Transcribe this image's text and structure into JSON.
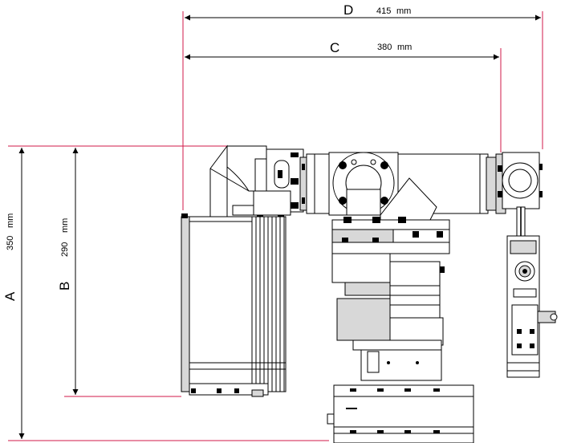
{
  "dimensions": {
    "d": {
      "letter": "D",
      "value": "415",
      "unit": "mm"
    },
    "c": {
      "letter": "C",
      "value": "380",
      "unit": "mm"
    },
    "a": {
      "letter": "A",
      "value": "350",
      "unit": "mm"
    },
    "b": {
      "letter": "B",
      "value": "290",
      "unit": "mm"
    }
  },
  "colors": {
    "extension_line": "#d01848",
    "outline": "#000000",
    "fill": "#d8d8d8"
  }
}
